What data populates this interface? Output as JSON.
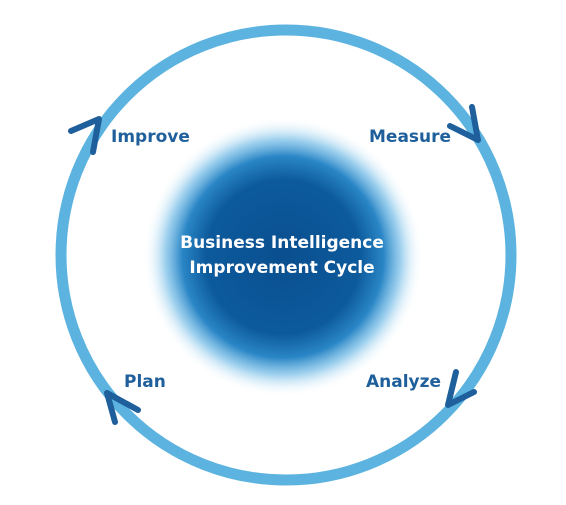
{
  "diagram": {
    "center": {
      "line1": "Business Intelligence",
      "line2": "Improvement Cycle"
    },
    "steps": {
      "improve": "Improve",
      "measure": "Measure",
      "analyze": "Analyze",
      "plan": "Plan"
    },
    "colors": {
      "ring": "#5cb3df",
      "arrow": "#1f5f9b",
      "label": "#1f5f9b",
      "sphere_core": "#0a4f8f",
      "sphere_edge": "#3a9ad6",
      "center_text": "#ffffff"
    }
  }
}
